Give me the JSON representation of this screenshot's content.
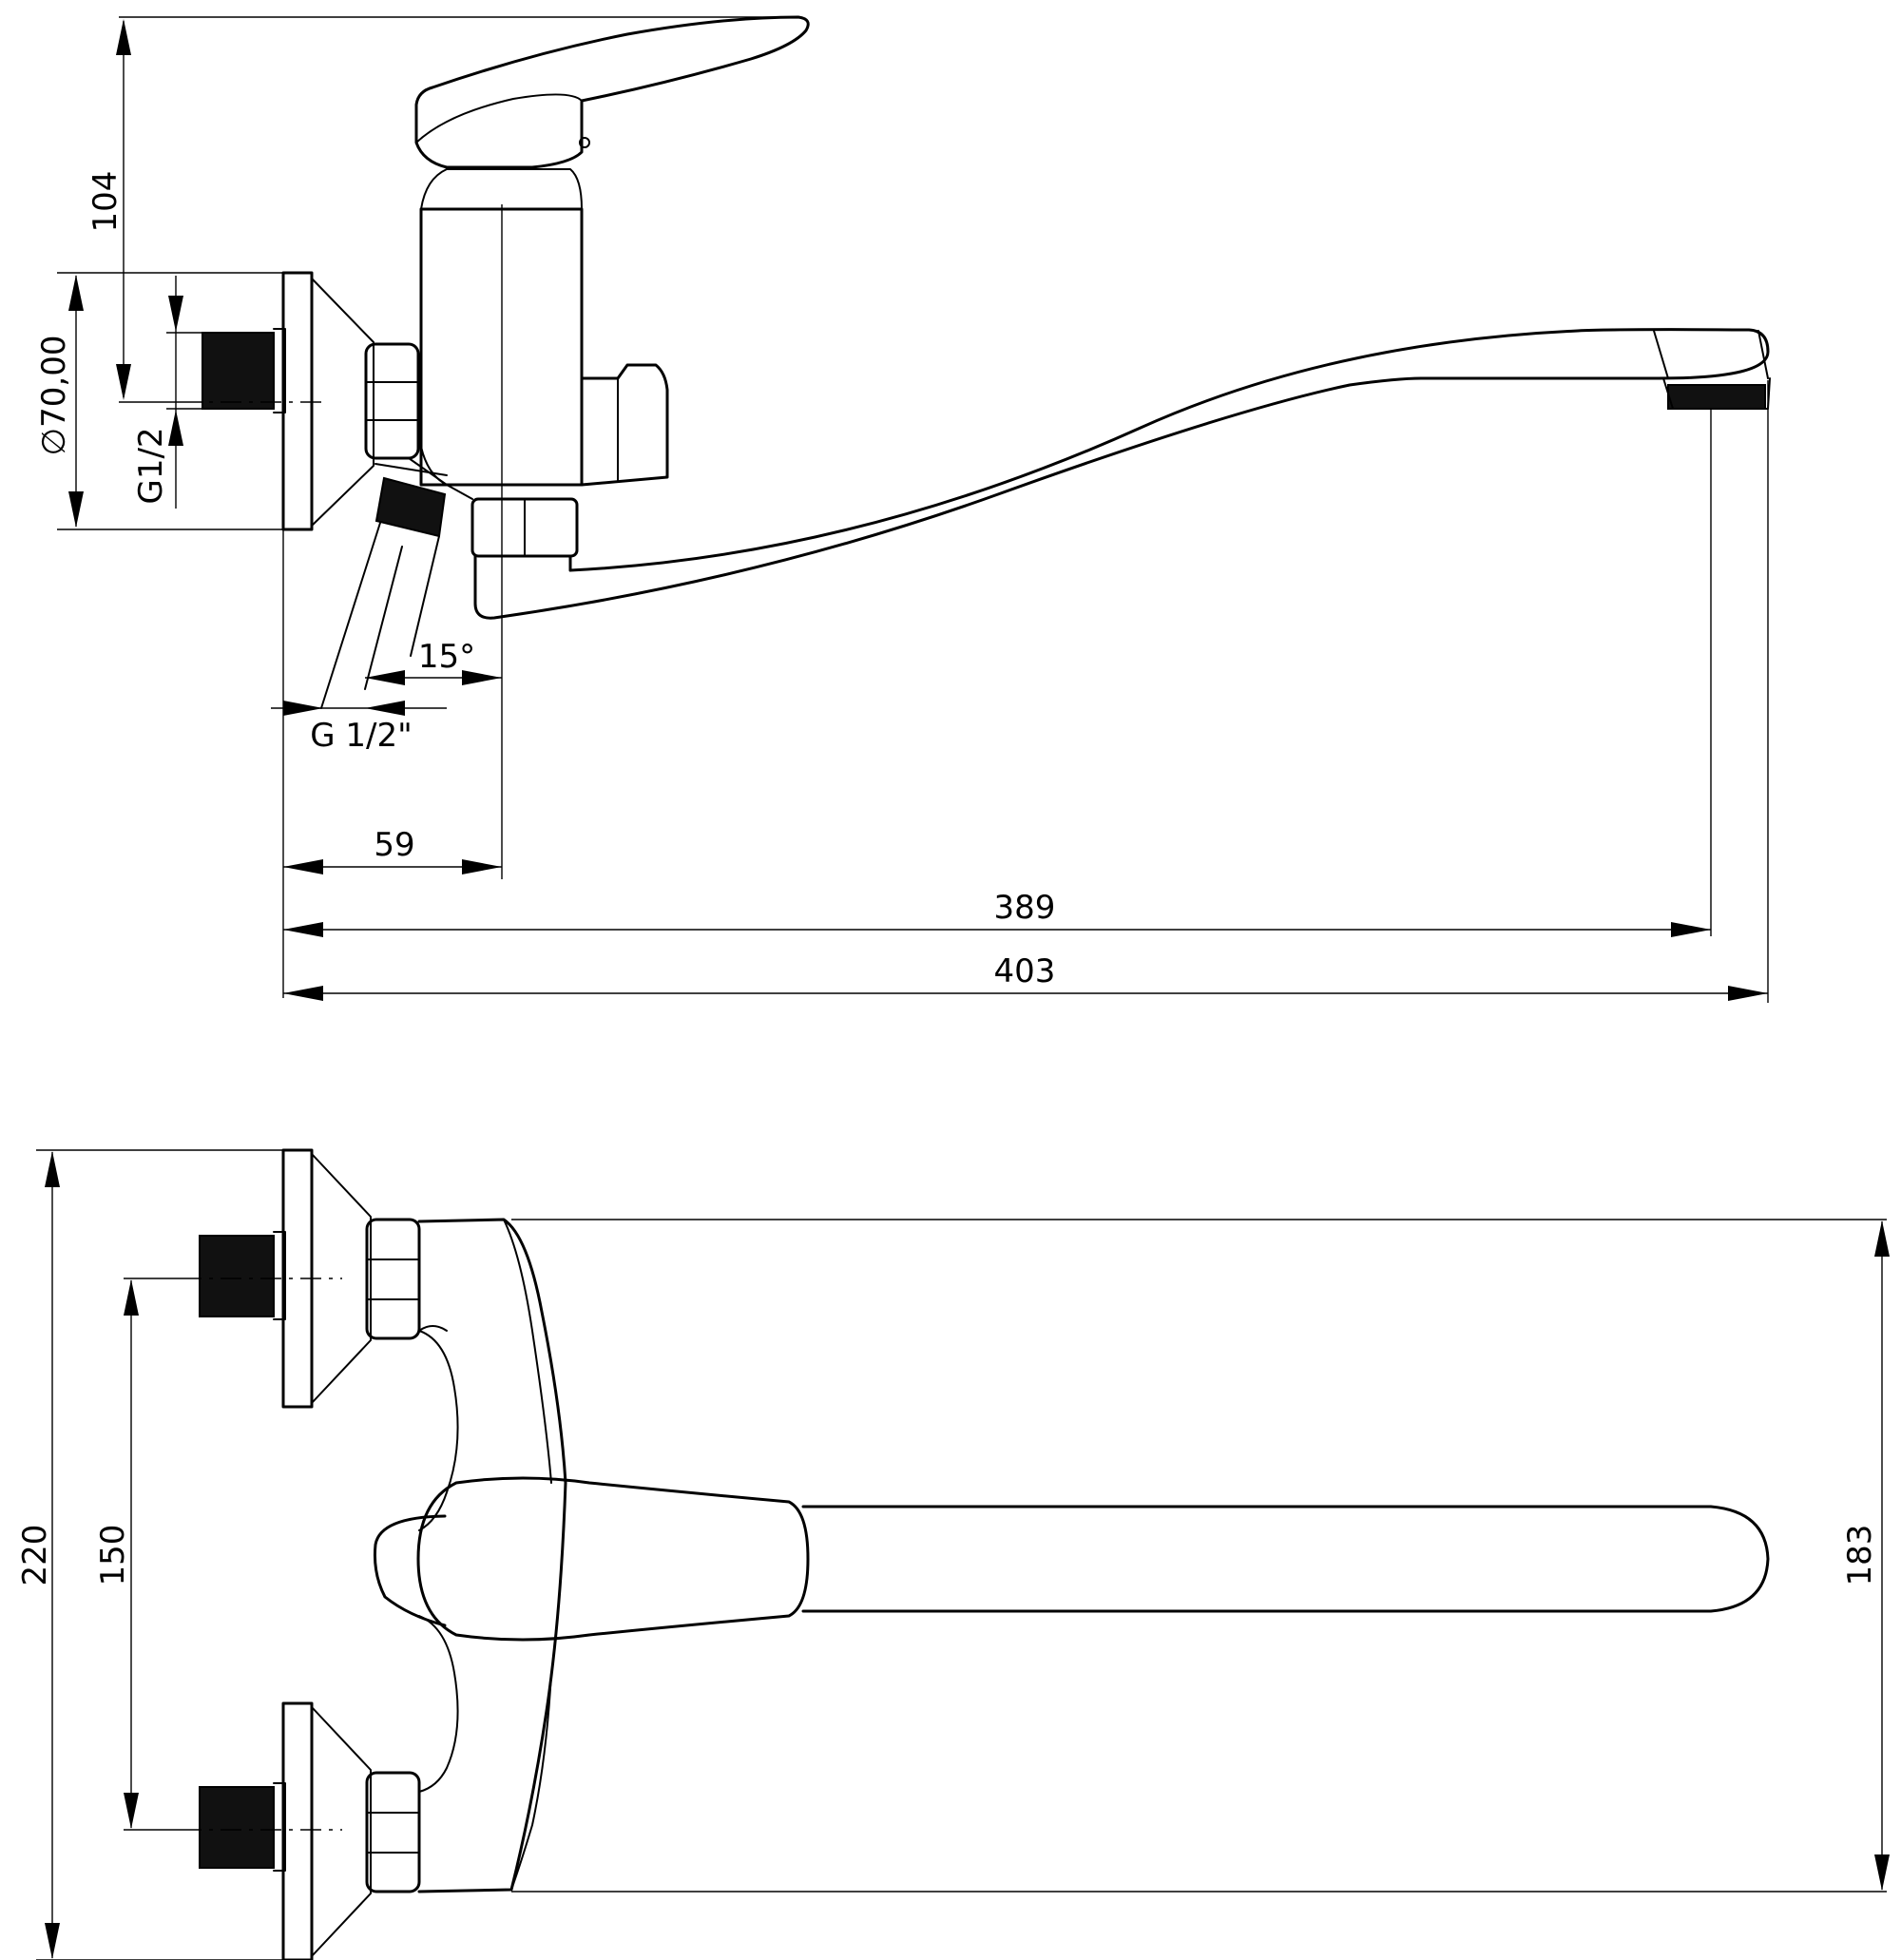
{
  "dimensions": {
    "height_104": "104",
    "diameter_70": "∅70,00",
    "thread_g12": "G1/2",
    "angle_15": "15°",
    "thread_g12_inch": "G 1/2\"",
    "offset_59": "59",
    "reach_389": "389",
    "overall_403": "403",
    "height_220": "220",
    "spacing_150": "150",
    "height_183": "183"
  }
}
